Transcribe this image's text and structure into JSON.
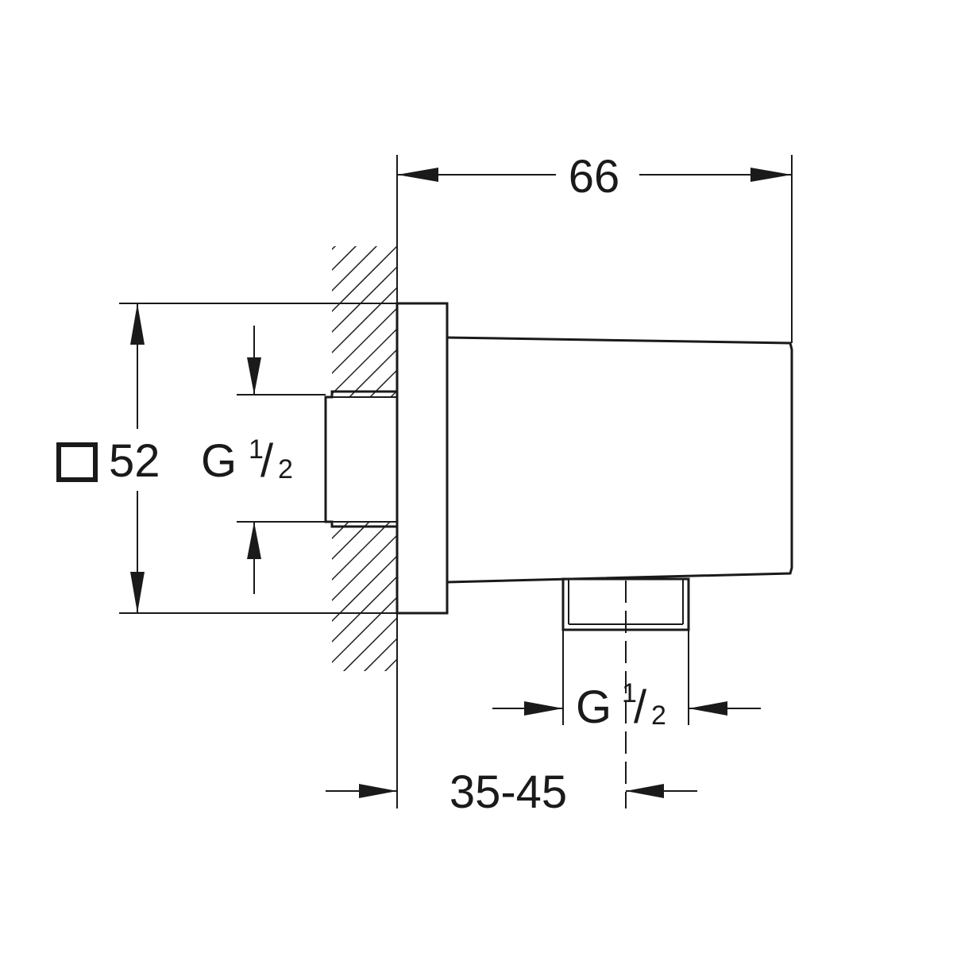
{
  "dimensions": {
    "total_length": "66",
    "wall_offset": "35-45",
    "square_size": "52",
    "thread_wall_prefix": "G",
    "thread_wall_num": "1",
    "thread_wall_sep": "/",
    "thread_wall_den": "2",
    "thread_outlet_prefix": "G",
    "thread_outlet_num": "1",
    "thread_outlet_sep": "/",
    "thread_outlet_den": "2"
  },
  "icons": {
    "square_symbol": "square-icon"
  },
  "colors": {
    "line": "#1a1a1a",
    "background": "#ffffff"
  }
}
